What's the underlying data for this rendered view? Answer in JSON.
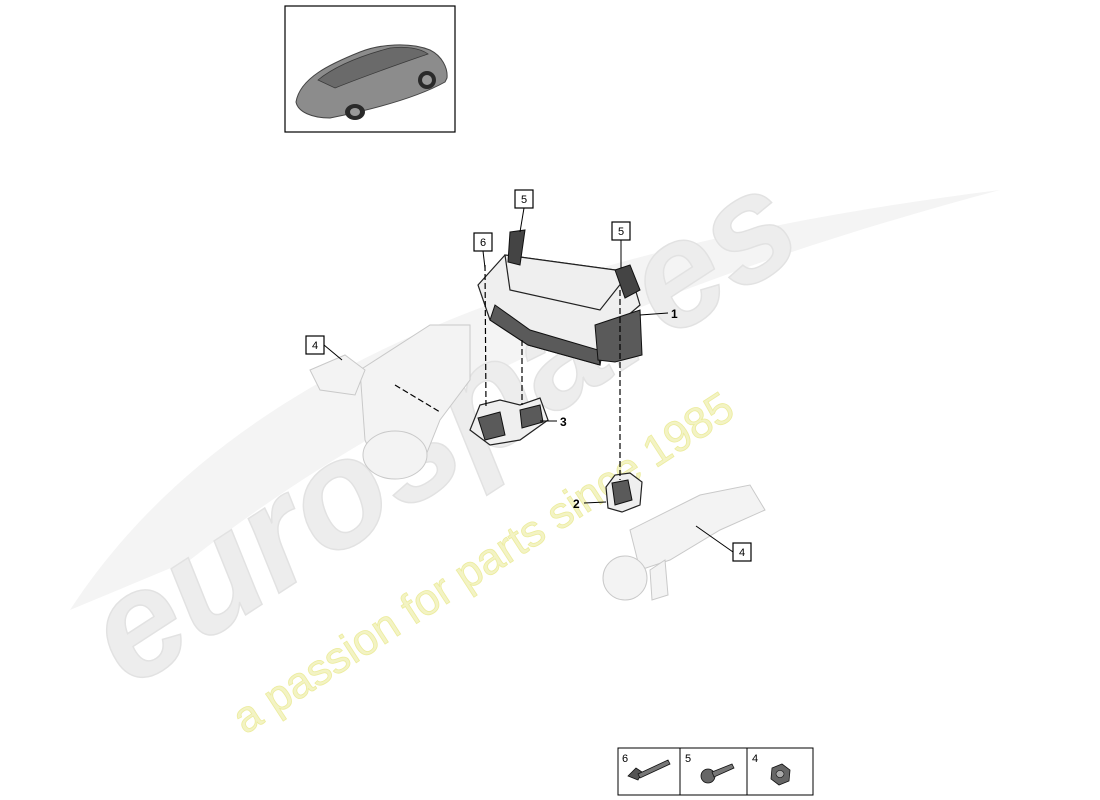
{
  "watermark": {
    "brand": "eurospares",
    "tagline": "a passion for parts since 1985"
  },
  "callouts": {
    "c5_top": "5",
    "c6": "6",
    "c5_right": "5",
    "c4_left": "4",
    "c4_right": "4"
  },
  "part_numbers": {
    "p1": "1",
    "p2": "2",
    "p3": "3"
  },
  "legend": {
    "items": [
      {
        "num": "6",
        "icon": "long-bolt-icon"
      },
      {
        "num": "5",
        "icon": "short-screw-icon"
      },
      {
        "num": "4",
        "icon": "hex-nut-icon"
      }
    ]
  }
}
